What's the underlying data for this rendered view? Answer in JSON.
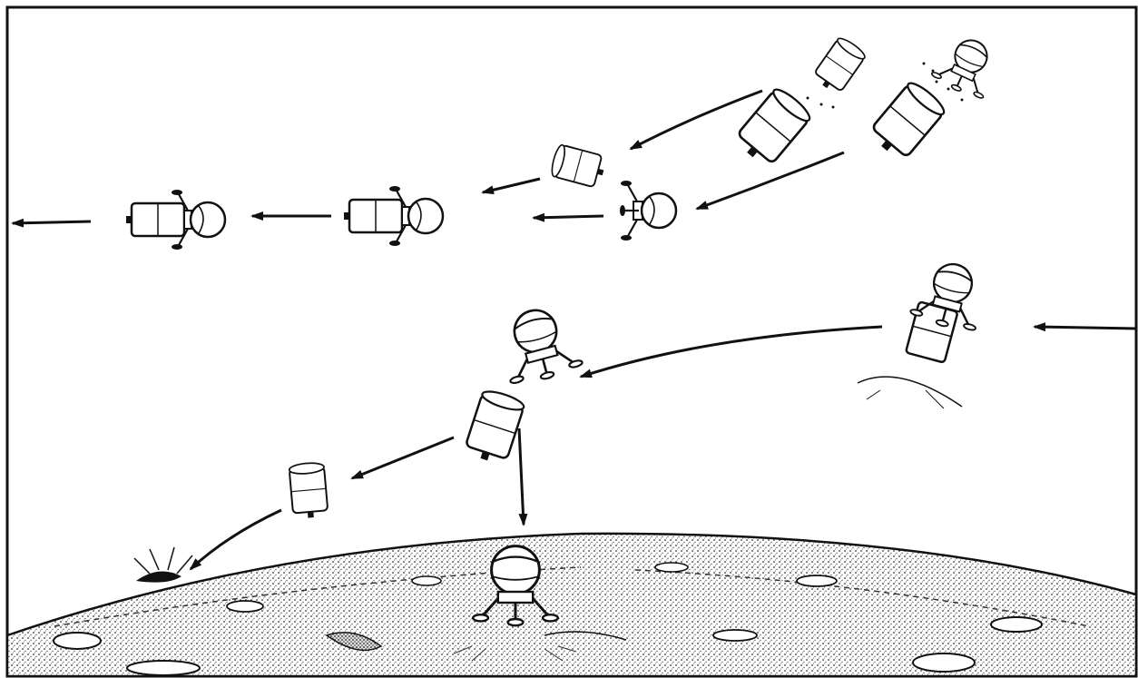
{
  "figure": {
    "colors": {
      "ink": "#111111",
      "paper": "#ffffff",
      "surface_shade": "#8a8a8a"
    },
    "elements": {
      "moon_surface": "lunar-surface-with-craters",
      "spacecraft": [
        "command-module-with-lander",
        "separated-stage",
        "spent-stage",
        "docking-stage",
        "ascent-lander",
        "landed-lander"
      ]
    }
  }
}
